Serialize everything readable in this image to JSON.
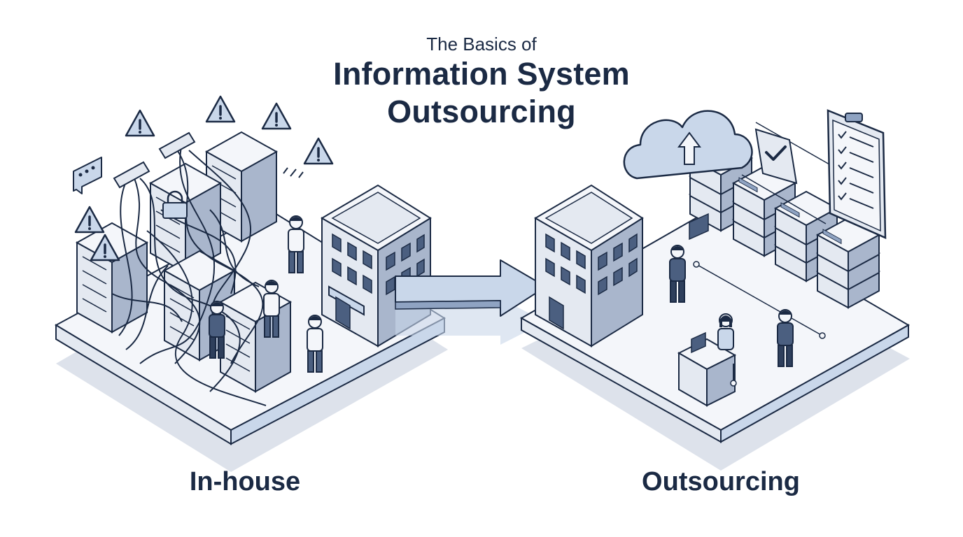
{
  "header": {
    "kicker": "The Basics of",
    "title_line1": "Information System",
    "title_line2": "Outsourcing"
  },
  "panels": {
    "left_label": "In-house",
    "right_label": "Outsourcing"
  },
  "colors": {
    "ink": "#1b2a44",
    "light_blue": "#c9d7ea",
    "mid_blue": "#8fa3c2",
    "floor": "#eef1f6",
    "shadow": "#cfd6e2"
  }
}
